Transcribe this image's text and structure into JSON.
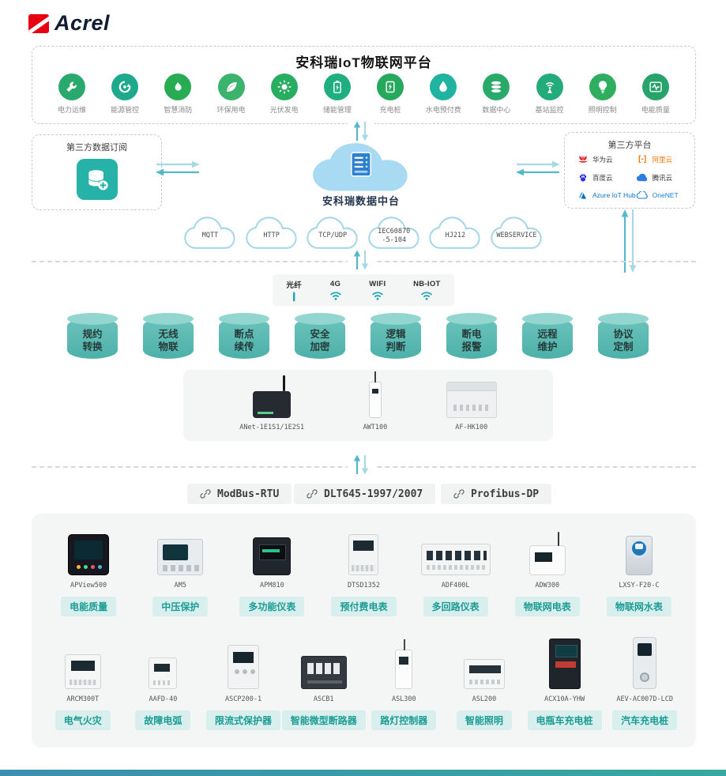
{
  "brand": {
    "name": "Acrel",
    "logo_color": "#e60012"
  },
  "platform": {
    "title": "安科瑞IoT物联网平台"
  },
  "applications": [
    {
      "label": "电力运维",
      "icon": "power-ops",
      "color": "#2aa96e"
    },
    {
      "label": "能源管控",
      "icon": "energy-mgmt",
      "color": "#1fa98c"
    },
    {
      "label": "智慧消防",
      "icon": "fire-safety",
      "color": "#27ab53"
    },
    {
      "label": "环保用电",
      "icon": "eco-power",
      "color": "#3cb36d"
    },
    {
      "label": "光伏发电",
      "icon": "solar",
      "color": "#28ad62"
    },
    {
      "label": "储能管理",
      "icon": "energy-storage",
      "color": "#1fae7f"
    },
    {
      "label": "充电桩",
      "icon": "ev-charging",
      "color": "#27a95d"
    },
    {
      "label": "水电预付费",
      "icon": "prepaid",
      "color": "#1fb3a0"
    },
    {
      "label": "数据中心",
      "icon": "data-center",
      "color": "#29a96a"
    },
    {
      "label": "基站监控",
      "icon": "base-station",
      "color": "#23ab7b"
    },
    {
      "label": "照明控制",
      "icon": "lighting",
      "color": "#2fae5f"
    },
    {
      "label": "电能质量",
      "icon": "power-quality",
      "color": "#27a36b"
    }
  ],
  "middle": {
    "subscription_title": "第三方数据订阅",
    "cloud_label": "安科瑞数据中台",
    "third_party_title": "第三方平台",
    "third_party": [
      {
        "name": "华为云",
        "icon": "huawei",
        "text_color": "#333333"
      },
      {
        "name": "阿里云",
        "icon": "aliyun",
        "text_color": "#ff7300"
      },
      {
        "name": "百度云",
        "icon": "baidu",
        "text_color": "#333333"
      },
      {
        "name": "腾讯云",
        "icon": "tencent",
        "text_color": "#333333"
      },
      {
        "name": "Azure IoT Hub",
        "icon": "azure",
        "text_color": "#0a74c9"
      },
      {
        "name": "OneNET",
        "icon": "onenet",
        "text_color": "#1a7fd4"
      }
    ]
  },
  "cloud_protocols": [
    "MQTT",
    "HTTP",
    "TCP/UDP",
    "IEC60870\n-5-104",
    "HJ212",
    "WEBSERVICE"
  ],
  "connectivity": [
    {
      "label": "光纤",
      "icon": "fiber"
    },
    {
      "label": "4G",
      "icon": "wifi"
    },
    {
      "label": "WIFI",
      "icon": "wifi"
    },
    {
      "label": "NB-IOT",
      "icon": "wifi"
    }
  ],
  "capabilities": [
    "规约\n转换",
    "无线\n物联",
    "断点\n续传",
    "安全\n加密",
    "逻辑\n判断",
    "断电\n报警",
    "远程\n维护",
    "协议\n定制"
  ],
  "gateways": [
    {
      "name": "ANet-1E1S1/1E2S1",
      "img": "gw-anet"
    },
    {
      "name": "AWT100",
      "img": "gw-awt"
    },
    {
      "name": "AF-HK100",
      "img": "gw-hk"
    }
  ],
  "field_protocols": [
    "ModBus-RTU",
    "DLT645-1997/2007",
    "Profibus-DP"
  ],
  "device_rows": [
    [
      {
        "model": "APView500",
        "label": "电能质量",
        "img": "dark-panel"
      },
      {
        "model": "AM5",
        "label": "中压保护",
        "img": "relay"
      },
      {
        "model": "APM810",
        "label": "多功能仪表",
        "img": "meter"
      },
      {
        "model": "DTSD1352",
        "label": "预付费电表",
        "img": "din"
      },
      {
        "model": "ADF400L",
        "label": "多回路仪表",
        "img": "long"
      },
      {
        "model": "ADW300",
        "label": "物联网电表",
        "img": "iot"
      },
      {
        "model": "LXSY-F20-C",
        "label": "物联网水表",
        "img": "water"
      }
    ],
    [
      {
        "model": "ARCM300T",
        "label": "电气火灾",
        "img": "din2"
      },
      {
        "model": "AAFD-40",
        "label": "故障电弧",
        "img": "small"
      },
      {
        "model": "ASCP200-1",
        "label": "限流式保护器",
        "img": "din-tall"
      },
      {
        "model": "ASCB1",
        "label": "智能微型断路器",
        "img": "breaker"
      },
      {
        "model": "ASL300",
        "label": "路灯控制器",
        "img": "slim"
      },
      {
        "model": "ASL200",
        "label": "智能照明",
        "img": "module"
      },
      {
        "model": "ACX10A-YHW",
        "label": "电瓶车充电桩",
        "img": "cabinet"
      },
      {
        "model": "AEV-AC007D-LCD",
        "label": "汽车充电桩",
        "img": "pillar"
      }
    ]
  ],
  "colors": {
    "accent_teal": "#2fa7a0",
    "label_bg": "#d9efed",
    "label_text": "#1b9c94",
    "arrow_dark": "#54b8c9",
    "arrow_light": "#a7d8e4",
    "cloud_fill": "#a9daf3"
  }
}
